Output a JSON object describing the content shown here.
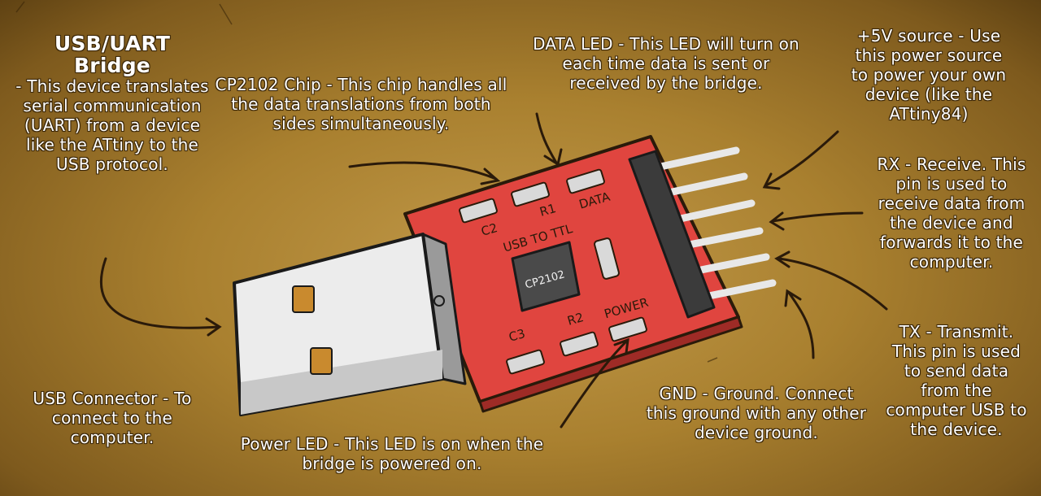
{
  "title": {
    "name": "USB/UART Bridge",
    "description": "- This device translates serial communication (UART) from a device like the ATtiny to the USB protocol."
  },
  "callouts": {
    "cp2102_chip": "CP2102 Chip - This chip handles all the data translations from both sides simultaneously.",
    "data_led": "DATA LED - This LED will turn on each time data is sent or received by the bridge.",
    "power_source": "+5V source - Use this power source to power your own device (like the ATtiny84)",
    "rx": "RX - Receive. This pin is used to receive data from the device and forwards it to the computer.",
    "tx": "TX - Transmit. This pin is used to send data from the computer USB to the device.",
    "gnd": "GND - Ground. Connect this ground with any other device ground.",
    "power_led": "Power LED - This LED is on when the bridge is powered on.",
    "usb_connector": "USB Connector - To connect to the computer."
  },
  "board_labels": {
    "chip": "CP2102",
    "c2": "C2",
    "r1": "R1",
    "data": "DATA",
    "usb_to_ttl": "USB TO TTL",
    "c3": "C3",
    "r2": "R2",
    "power": "POWER"
  },
  "colors": {
    "background": "#a9802f",
    "board": "#e0453f",
    "text": "#ffffff",
    "outline": "#2a1a0a"
  }
}
